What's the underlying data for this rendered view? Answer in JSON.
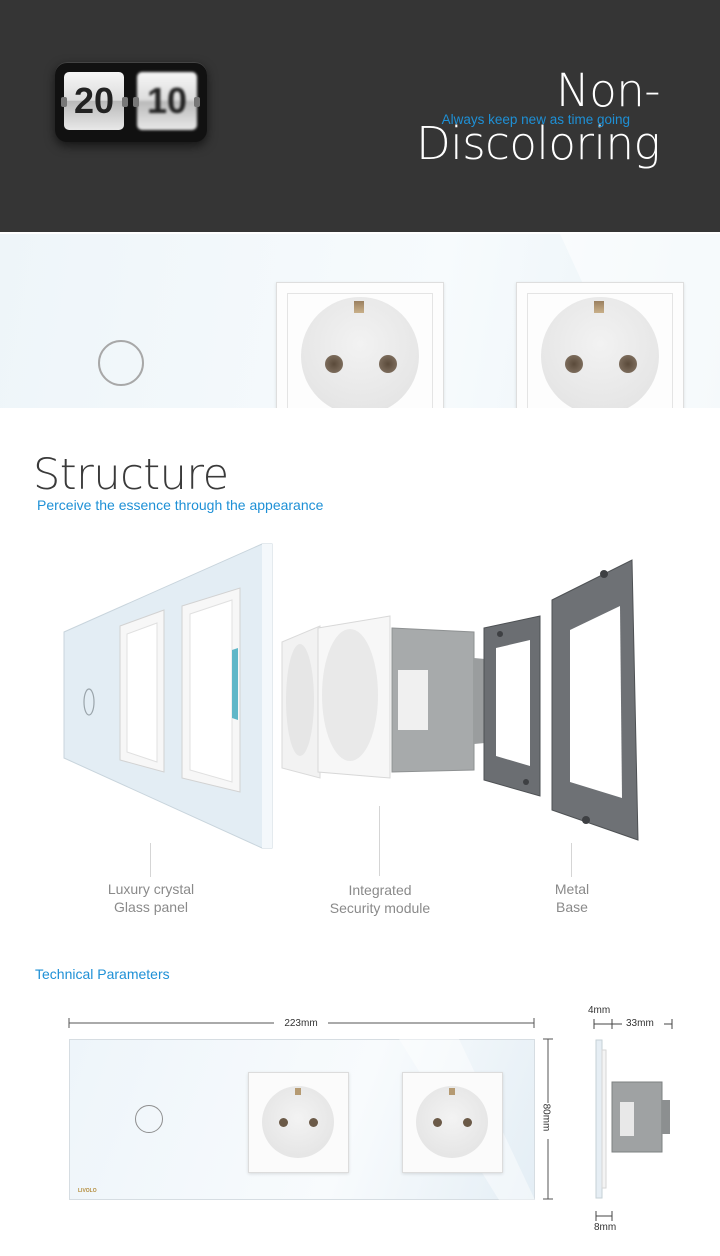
{
  "banner": {
    "clock": {
      "left_digits": "20",
      "right_digits": "10"
    },
    "title": "Non-Discoloring",
    "subtitle": "Always keep new as time going",
    "accent_color": "#1e90d6"
  },
  "closeup": {
    "description_icons": [
      "touch-ring-icon",
      "socket-icon",
      "socket-icon"
    ]
  },
  "structure": {
    "title": "Structure",
    "subtitle": "Perceive the essence  through the appearance",
    "labels": {
      "glass": [
        "Luxury crystal",
        "Glass panel"
      ],
      "module": [
        "Integrated",
        "Security module"
      ],
      "base": [
        "Metal",
        "Base"
      ]
    }
  },
  "technical": {
    "title": "Technical Parameters",
    "width": "223mm",
    "height": "80mm",
    "glass_thickness": "4mm",
    "module_depth": "33mm",
    "base_thickness": "8mm",
    "brand": "LIVOLO"
  }
}
